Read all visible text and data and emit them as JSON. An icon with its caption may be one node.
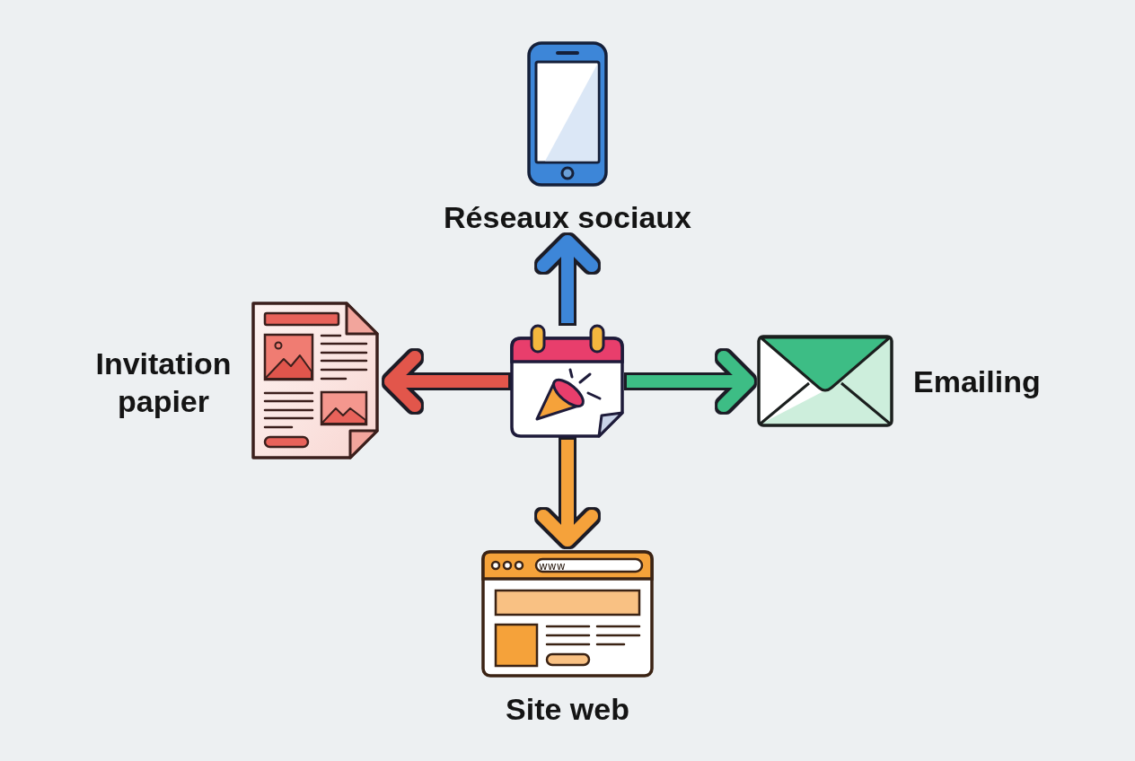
{
  "diagram": {
    "nodes": [
      {
        "text": [],
        "shape": "picture"
      },
      {
        "text": [
          "Réseaux sociaux"
        ]
      },
      {
        "text": [
          "Invitation papier"
        ]
      },
      {
        "text": [
          "Emailing"
        ]
      },
      {
        "text": [
          "Site web"
        ]
      }
    ],
    "edges": [
      {
        "from": 0,
        "to": 1,
        "arrow": "to",
        "color": "#3d86d8"
      },
      {
        "from": 0,
        "to": 2,
        "arrow": "to",
        "color": "#e2574c"
      },
      {
        "from": 0,
        "to": 3,
        "arrow": "to",
        "color": "#3dbd85"
      },
      {
        "from": 0,
        "to": 4,
        "arrow": "to",
        "color": "#f5a23a"
      }
    ],
    "labels": [
      "www"
    ]
  }
}
